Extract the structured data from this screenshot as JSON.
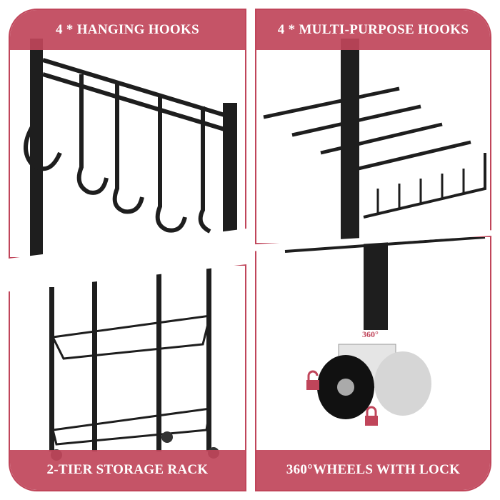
{
  "panels": {
    "top_left": {
      "title": "4 * HANGING HOOKS"
    },
    "top_right": {
      "title": "4 * MULTI-PURPOSE HOOKS"
    },
    "bottom_left": {
      "title": "2-TIER STORAGE RACK"
    },
    "bottom_right": {
      "title": "360°WHEELS WITH LOCK",
      "rotation_badge": "360°"
    }
  },
  "colors": {
    "accent": "#c0455a",
    "metal": "#1e1e1e"
  }
}
